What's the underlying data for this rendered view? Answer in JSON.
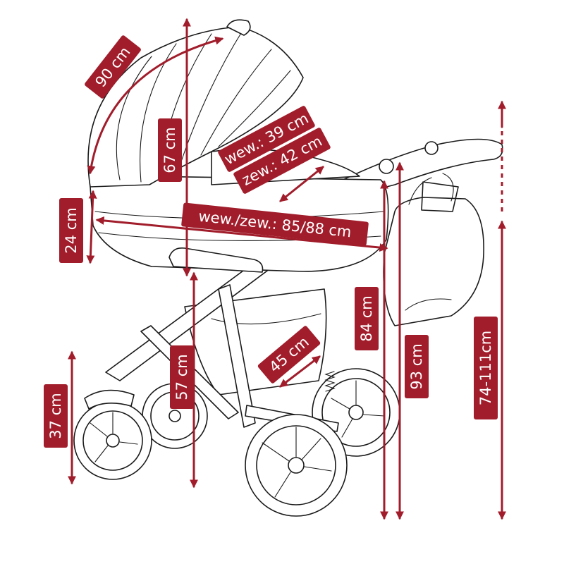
{
  "colors": {
    "accent": "#a11d2b",
    "outline": "#1a1a1a",
    "background": "#ffffff"
  },
  "dimensions": {
    "canopy_arc": "90 cm",
    "canopy_height": "67 cm",
    "inner_width": "wew.: 39 cm",
    "outer_width": "zew.: 42 cm",
    "side_depth": "24 cm",
    "length": "wew./zew.: 85/88 cm",
    "handle_height_fixed": "84 cm",
    "handle_height_total": "93 cm",
    "handle_adjustable": "74-111cm",
    "seat_height": "57 cm",
    "basket_length": "45 cm",
    "wheel_height": "37 cm"
  }
}
